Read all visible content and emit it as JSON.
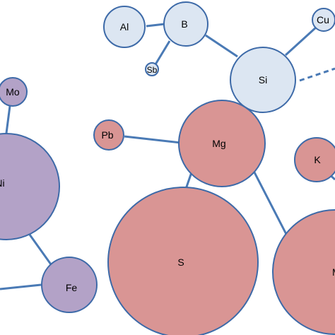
{
  "colors": {
    "edge": "#4a7ab5",
    "node_border": "#3d6aa8",
    "blue_fill": "#dce6f2",
    "red_fill": "#d99594",
    "purple_fill": "#b3a2c7"
  },
  "nodes": {
    "al": {
      "label": "Al",
      "group": "blue"
    },
    "b": {
      "label": "B",
      "group": "blue"
    },
    "sb": {
      "label": "Sb",
      "group": "blue"
    },
    "cu": {
      "label": "Cu",
      "group": "blue"
    },
    "si": {
      "label": "Si",
      "group": "blue"
    },
    "mo": {
      "label": "Mo",
      "group": "purple"
    },
    "ni": {
      "label": "Ni",
      "group": "purple"
    },
    "fe": {
      "label": "Fe",
      "group": "purple"
    },
    "pb": {
      "label": "Pb",
      "group": "red"
    },
    "mg": {
      "label": "Mg",
      "group": "red"
    },
    "k": {
      "label": "K",
      "group": "red"
    },
    "s": {
      "label": "S",
      "group": "red"
    },
    "mn": {
      "label": "M",
      "group": "red"
    }
  },
  "edges": [
    {
      "from": "al",
      "to": "b"
    },
    {
      "from": "b",
      "to": "sb"
    },
    {
      "from": "b",
      "to": "si"
    },
    {
      "from": "si",
      "to": "cu"
    },
    {
      "from": "si",
      "to": "offscreen-right",
      "style": "dashed"
    },
    {
      "from": "mo",
      "to": "ni"
    },
    {
      "from": "ni",
      "to": "fe"
    },
    {
      "from": "fe",
      "to": "offscreen-left"
    },
    {
      "from": "pb",
      "to": "mg"
    },
    {
      "from": "mg",
      "to": "s"
    },
    {
      "from": "mg",
      "to": "mn"
    },
    {
      "from": "k",
      "to": "offscreen-bottom"
    }
  ]
}
